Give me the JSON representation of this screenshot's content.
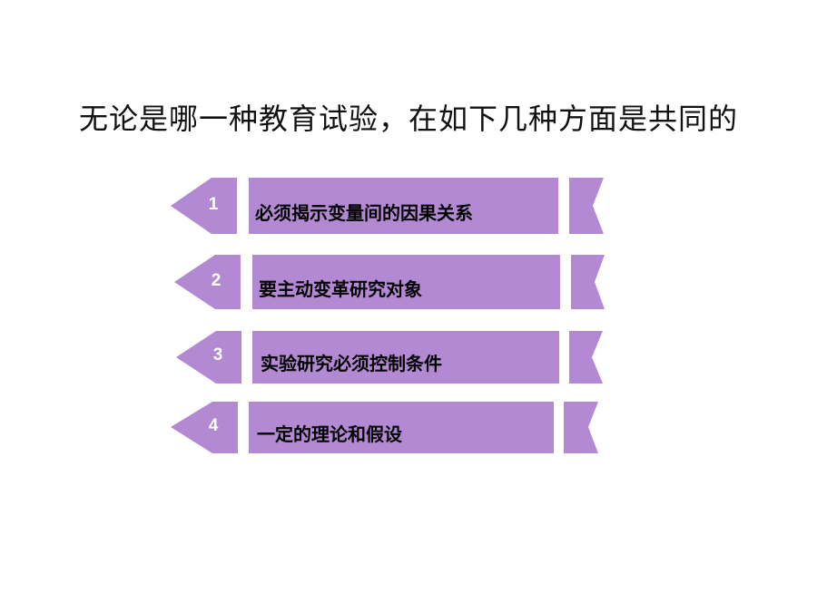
{
  "slide": {
    "title": "无论是哪一种教育试验，在如下几种方面是共同的",
    "accent_color": "#b389d3",
    "items": [
      {
        "number": "1",
        "text": "必须揭示变量间的因果关系"
      },
      {
        "number": "2",
        "text": "要主动变革研究对象"
      },
      {
        "number": "3",
        "text": "实验研究必须控制条件"
      },
      {
        "number": "4",
        "text": "一定的理论和假设"
      }
    ]
  }
}
